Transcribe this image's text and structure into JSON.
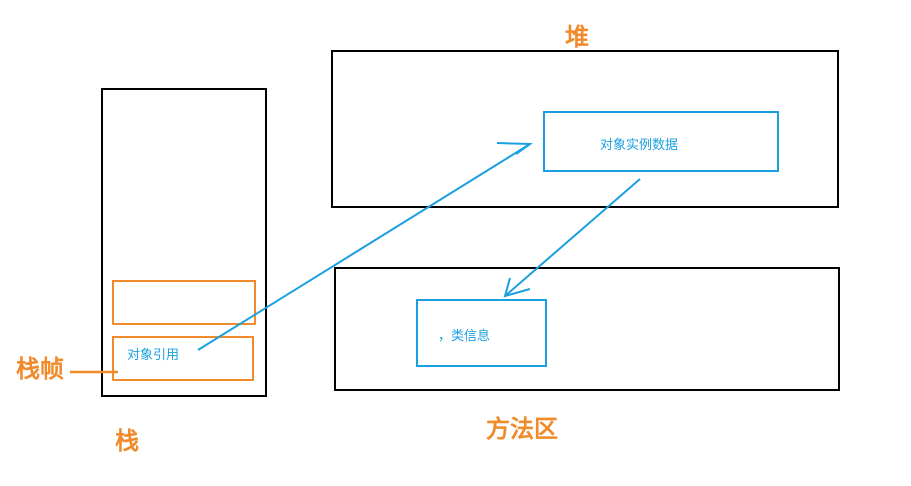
{
  "labels": {
    "stack": "栈",
    "stack_frame": "栈帧",
    "heap": "堆",
    "method_area": "方法区",
    "object_reference": "对象引用",
    "object_instance_data": "对象实例数据",
    "class_info": "，类信息"
  },
  "colors": {
    "orange": "#f08a2a",
    "blue": "#1aa0e0",
    "black": "#000000"
  }
}
